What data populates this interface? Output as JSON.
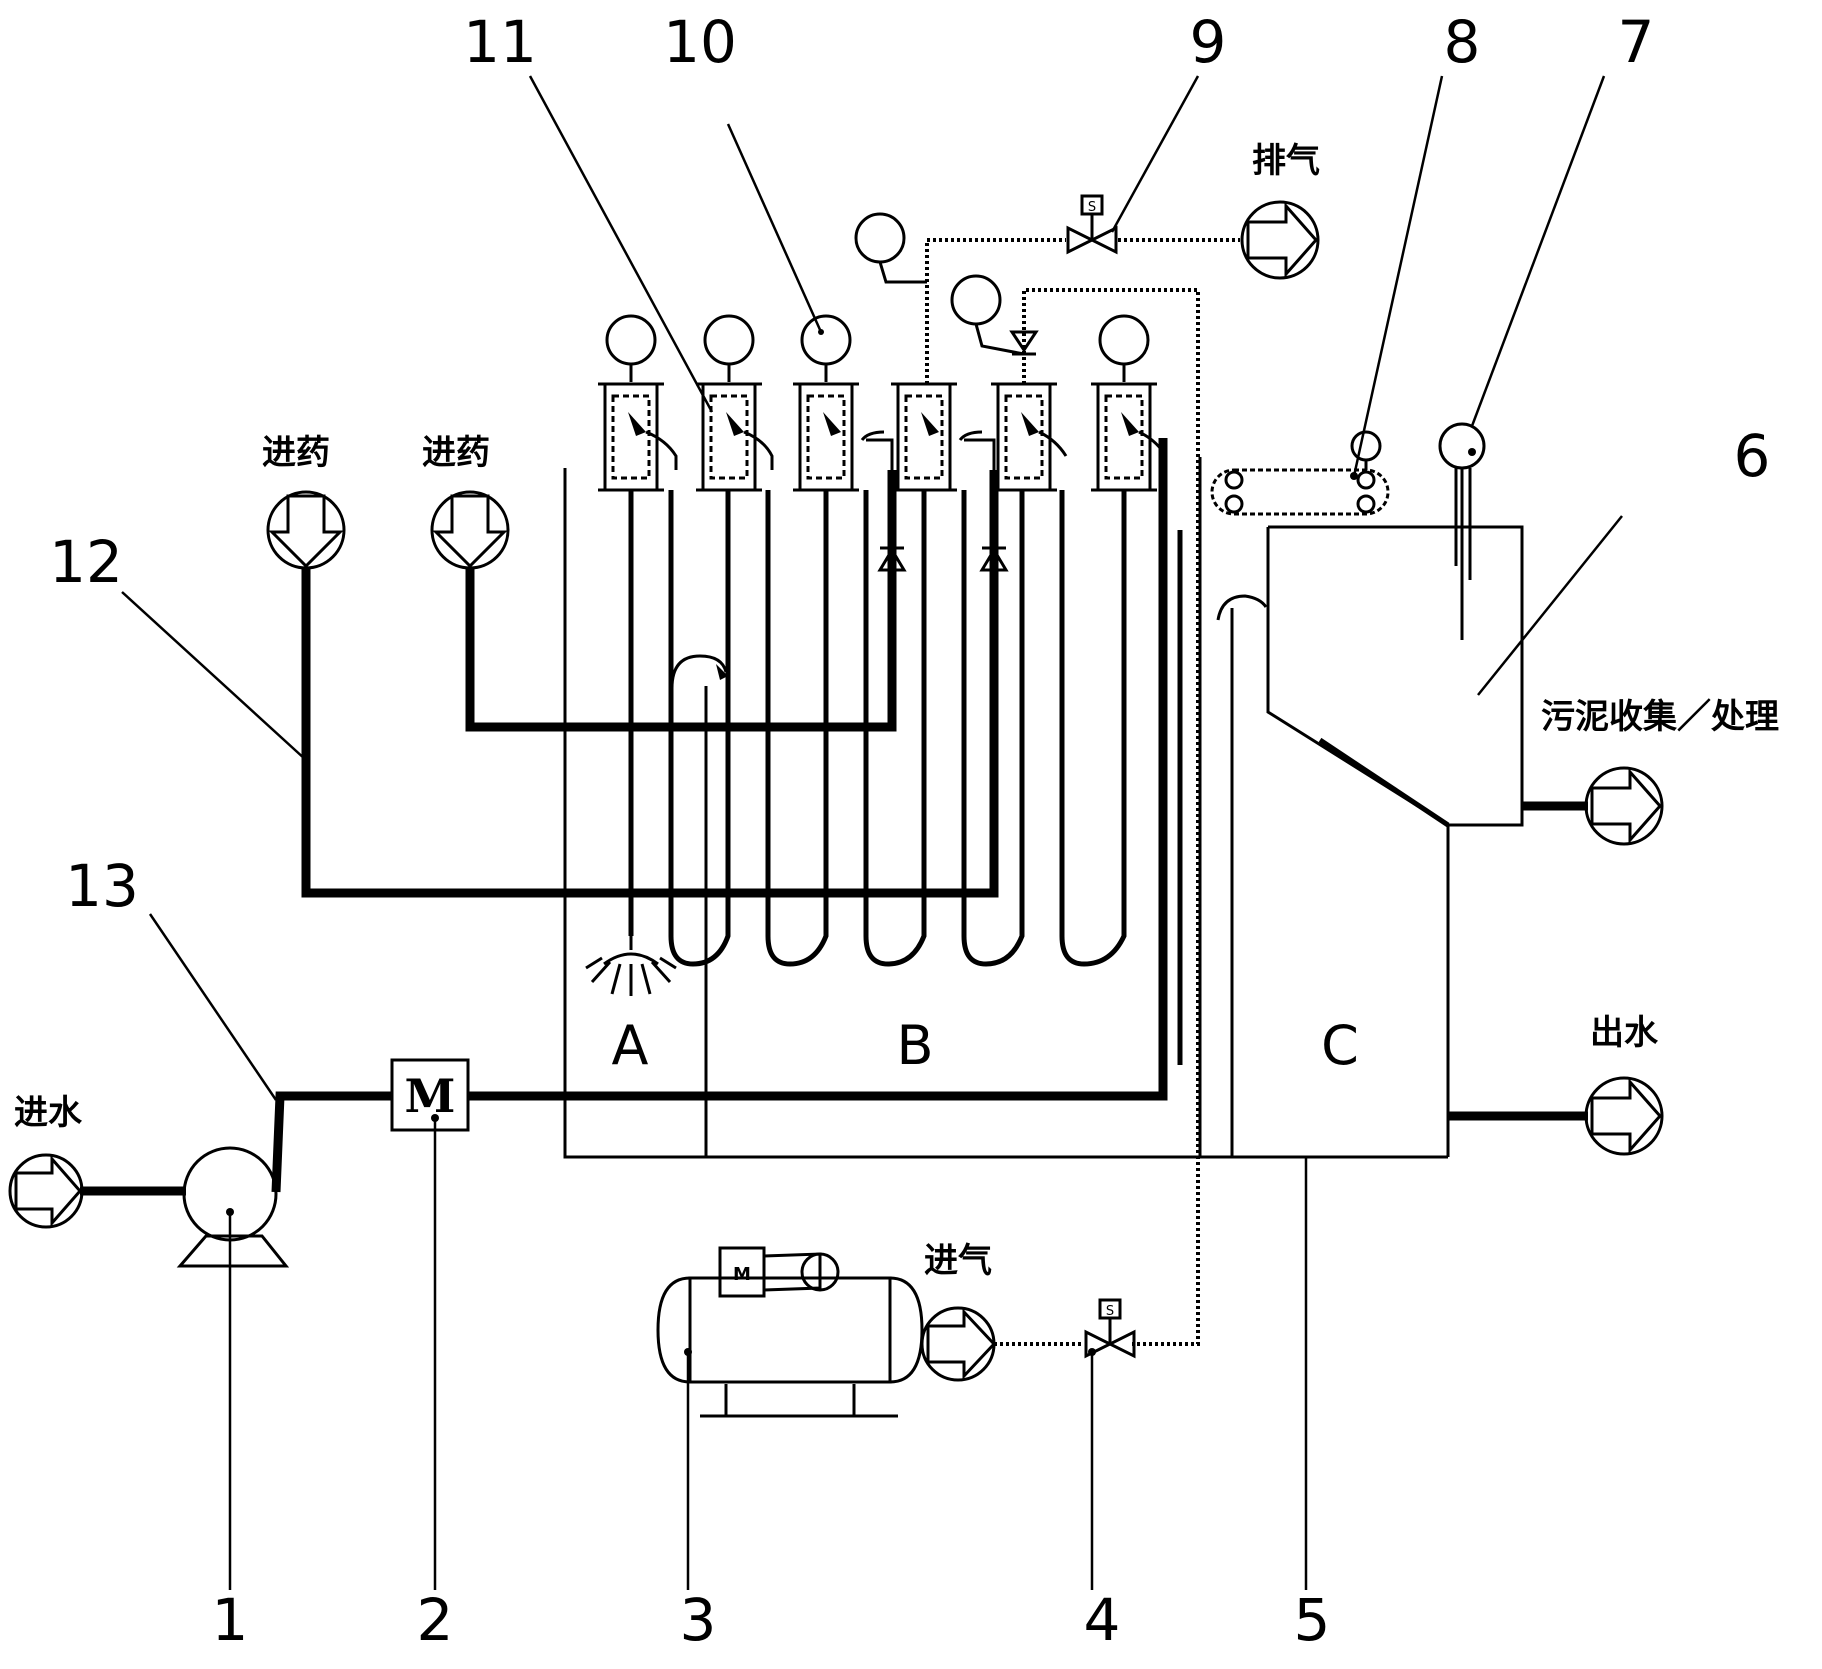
{
  "callouts": [
    "1",
    "2",
    "3",
    "4",
    "5",
    "6",
    "7",
    "8",
    "9",
    "10",
    "11",
    "12",
    "13"
  ],
  "zones": {
    "a": "A",
    "b": "B",
    "c": "C"
  },
  "labels": {
    "water_in": "进水",
    "chem_in_1": "进药",
    "chem_in_2": "进药",
    "exhaust": "排气",
    "air_in": "进气",
    "sludge": "污泥收集／处理",
    "water_out": "出水"
  },
  "meter_letter": "M"
}
